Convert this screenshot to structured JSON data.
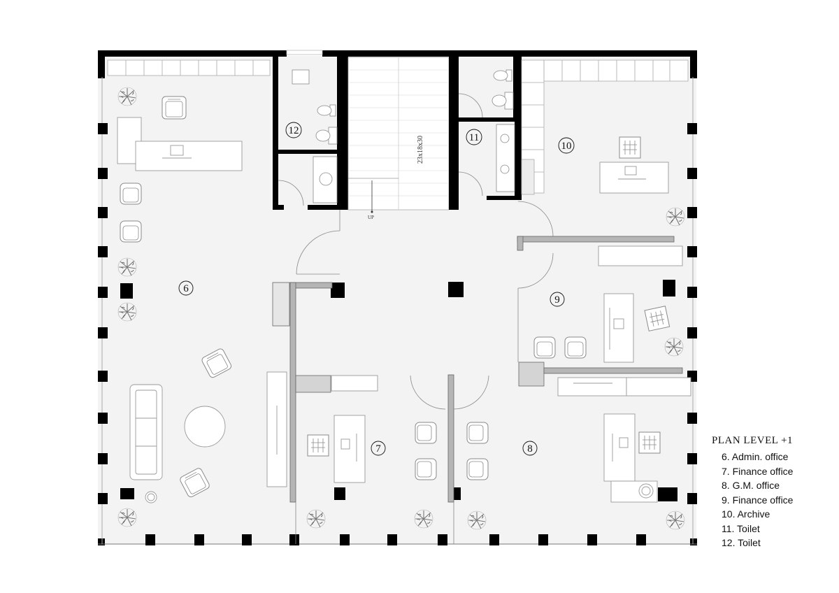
{
  "plan": {
    "title": "PLAN LEVEL +1",
    "stair_label": "23x18x30",
    "stair_direction": "UP",
    "rooms": [
      {
        "number": "6",
        "name": "Admin. office"
      },
      {
        "number": "7",
        "name": "Finance office"
      },
      {
        "number": "8",
        "name": "G.M. office"
      },
      {
        "number": "9",
        "name": "Finance office"
      },
      {
        "number": "10",
        "name": "Archive"
      },
      {
        "number": "11",
        "name": "Toilet"
      },
      {
        "number": "12",
        "name": "Toilet"
      }
    ],
    "legend": [
      "6. Admin. office",
      "7. Finance office",
      "8. G.M. office",
      "9. Finance office",
      "10. Archive",
      "11. Toilet",
      "12. Toilet"
    ]
  },
  "colors": {
    "wall": "#000000",
    "floor": "#f3f3f3",
    "furniture_line": "#9a9a9a",
    "partition": "#b5b5b5"
  },
  "icons": {
    "plant": "plant-icon",
    "armchair": "armchair-icon",
    "toilet": "toilet-icon",
    "sink": "sink-icon"
  }
}
